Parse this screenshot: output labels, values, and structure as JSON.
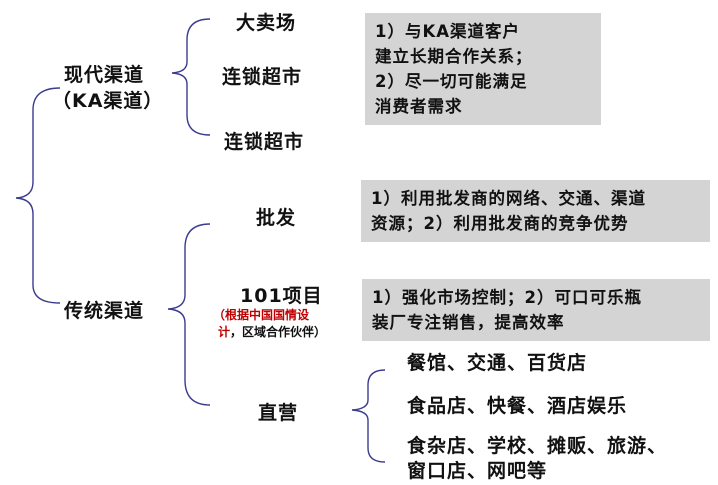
{
  "root": {
    "modern": {
      "label_line1": "现代渠道",
      "label_line2": "（KA渠道）",
      "items": [
        "大卖场",
        "连锁超市",
        "连锁超市"
      ],
      "box_lines": [
        "1）与KA渠道客户",
        "建立长期合作关系；",
        "2）尽一切可能满足",
        "消费者需求"
      ]
    },
    "traditional": {
      "label": "传统渠道",
      "wholesale": {
        "label": "批发",
        "box_lines": [
          "1）利用批发商的网络、交通、渠道",
          "资源；2）利用批发商的竞争优势"
        ]
      },
      "project101": {
        "label": "101项目",
        "note_red": "（根据中国国情设",
        "note_red2": "计",
        "note_black2": "，区域合作伙伴）",
        "box_lines": [
          "1）强化市场控制；2）可口可乐瓶",
          "装厂专注销售，提高效率"
        ]
      },
      "direct": {
        "label": "直营",
        "items": [
          "餐馆、交通、百货店",
          "食品店、快餐、酒店娱乐",
          "食杂店、学校、摊贩、旅游、",
          "窗口店、网吧等"
        ]
      }
    }
  },
  "colors": {
    "bracket": "#3b3b8f",
    "box_bg": "#d4d4d4",
    "note_red": "#c00000"
  }
}
